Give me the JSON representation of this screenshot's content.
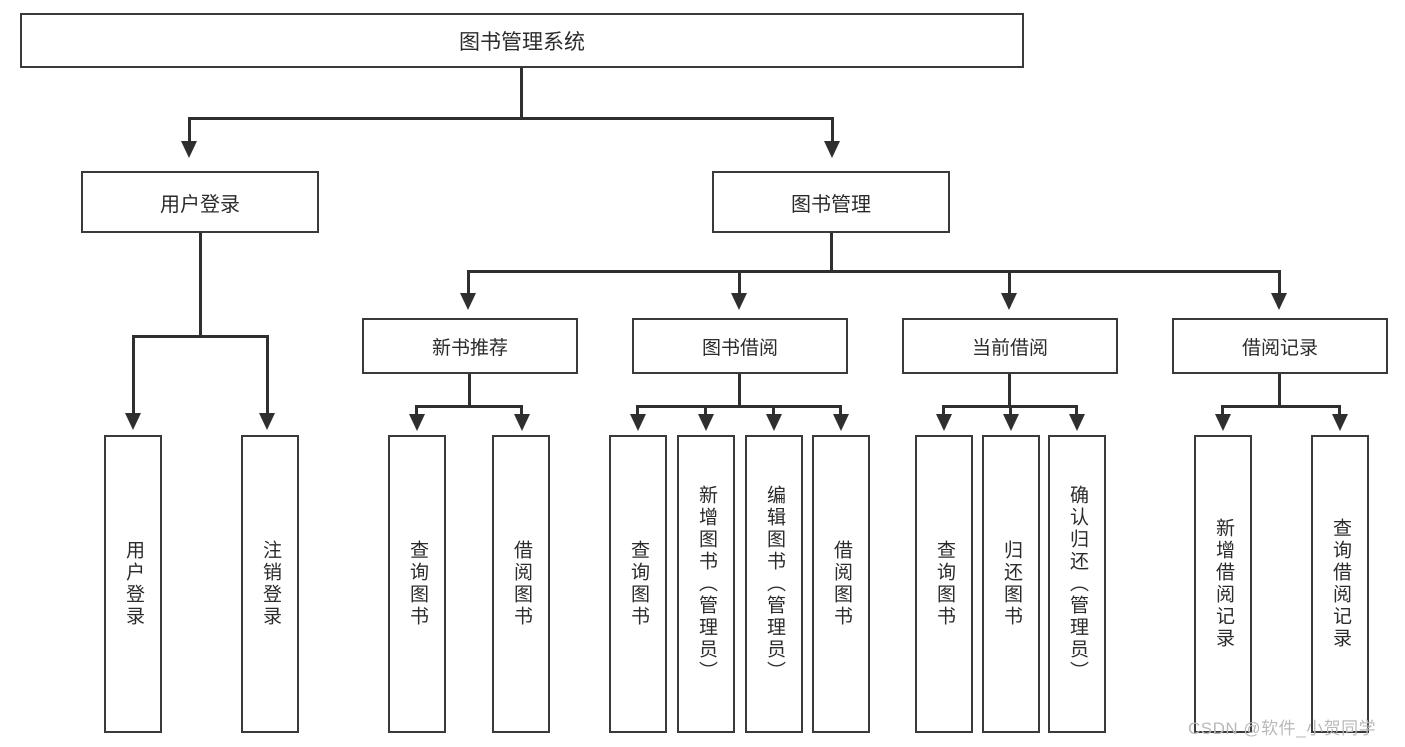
{
  "diagram": {
    "type": "tree-hierarchy-functional-decomposition",
    "root": {
      "label": "图书管理系统"
    },
    "level2": [
      {
        "label": "用户登录"
      },
      {
        "label": "图书管理"
      }
    ],
    "level3": [
      {
        "label": "新书推荐"
      },
      {
        "label": "图书借阅"
      },
      {
        "label": "当前借阅"
      },
      {
        "label": "借阅记录"
      }
    ],
    "leaves": {
      "user_login": [
        {
          "label": "用户登录"
        },
        {
          "label": "注销登录"
        }
      ],
      "new_book_recommend": [
        {
          "label": "查询图书"
        },
        {
          "label": "借阅图书"
        }
      ],
      "book_borrow": [
        {
          "label": "查询图书"
        },
        {
          "label": "新增图书（管理员）"
        },
        {
          "label": "编辑图书（管理员）"
        },
        {
          "label": "借阅图书"
        }
      ],
      "current_borrow": [
        {
          "label": "查询图书"
        },
        {
          "label": "归还图书"
        },
        {
          "label": "确认归还（管理员）"
        }
      ],
      "borrow_record": [
        {
          "label": "新增借阅记录"
        },
        {
          "label": "查询借阅记录"
        }
      ]
    }
  },
  "watermark": {
    "text": "CSDN @软件_小贺同学"
  },
  "colors": {
    "box_border": "#3a3a3a",
    "edge": "#2f2f2f",
    "background": "#ffffff",
    "text": "#2b2b2b",
    "watermark": "#b9b9b9"
  }
}
